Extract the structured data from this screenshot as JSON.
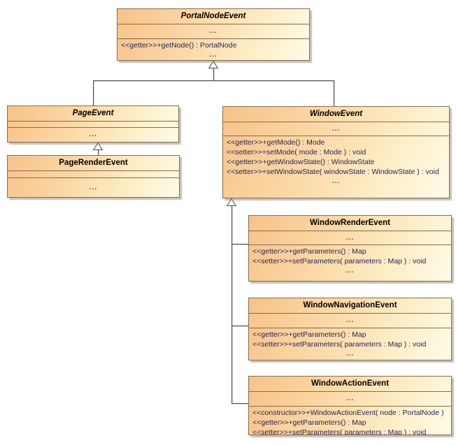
{
  "diagram": {
    "kind": "uml-class-diagram",
    "colors": {
      "box_gradient_start": "#f7c289",
      "box_gradient_end": "#fefce9",
      "box_border": "#8a6a4f",
      "connector_line": "#4a4a4a",
      "title_text": "#000000",
      "member_text": "#26265a",
      "ellipsis_text": "#3d4f4f",
      "background": "#ffffff"
    },
    "classes": {
      "portalNodeEvent": {
        "name": "PortalNodeEvent",
        "abstract": true,
        "attributes_ellipsis": "...",
        "operations": [
          "<<getter>>+getNode() : PortalNode"
        ],
        "operations_ellipsis": "..."
      },
      "pageEvent": {
        "name": "PageEvent",
        "abstract": true,
        "operations": [],
        "operations_ellipsis": "..."
      },
      "pageRenderEvent": {
        "name": "PageRenderEvent",
        "abstract": false,
        "operations": [],
        "operations_ellipsis": "..."
      },
      "windowEvent": {
        "name": "WindowEvent",
        "abstract": true,
        "attributes_ellipsis": "...",
        "operations": [
          "<<getter>>+getMode() : Mode",
          "<<setter>>+setMode( mode : Mode ) : void",
          "<<getter>>+getWindowState() : WindowState",
          "<<setter>>+setWindowState( windowState : WindowState ) : void"
        ],
        "operations_ellipsis": "..."
      },
      "windowRenderEvent": {
        "name": "WindowRenderEvent",
        "abstract": false,
        "attributes_ellipsis": "...",
        "operations": [
          "<<getter>>+getParameters() : Map",
          "<<setter>>+setParameters( parameters : Map ) : void"
        ],
        "operations_ellipsis": "..."
      },
      "windowNavigationEvent": {
        "name": "WindowNavigationEvent",
        "abstract": false,
        "attributes_ellipsis": "...",
        "operations": [
          "<<getter>>+getParameters() : Map",
          "<<setter>>+setParameters( parameters : Map ) : void"
        ],
        "operations_ellipsis": "..."
      },
      "windowActionEvent": {
        "name": "WindowActionEvent",
        "abstract": false,
        "attributes_ellipsis": "...",
        "operations": [
          "<<constructor>>+WindowActionEvent( node : PortalNode )",
          "<<getter>>+getParameters() : Map",
          "<<setter>>+setParameters( parameters : Map ) : void"
        ]
      }
    },
    "relations": [
      {
        "type": "generalization",
        "from": "PageEvent",
        "to": "PortalNodeEvent"
      },
      {
        "type": "generalization",
        "from": "WindowEvent",
        "to": "PortalNodeEvent"
      },
      {
        "type": "generalization",
        "from": "PageRenderEvent",
        "to": "PageEvent"
      },
      {
        "type": "generalization",
        "from": "WindowRenderEvent",
        "to": "WindowEvent"
      },
      {
        "type": "generalization",
        "from": "WindowNavigationEvent",
        "to": "WindowEvent"
      },
      {
        "type": "generalization",
        "from": "WindowActionEvent",
        "to": "WindowEvent"
      }
    ]
  }
}
